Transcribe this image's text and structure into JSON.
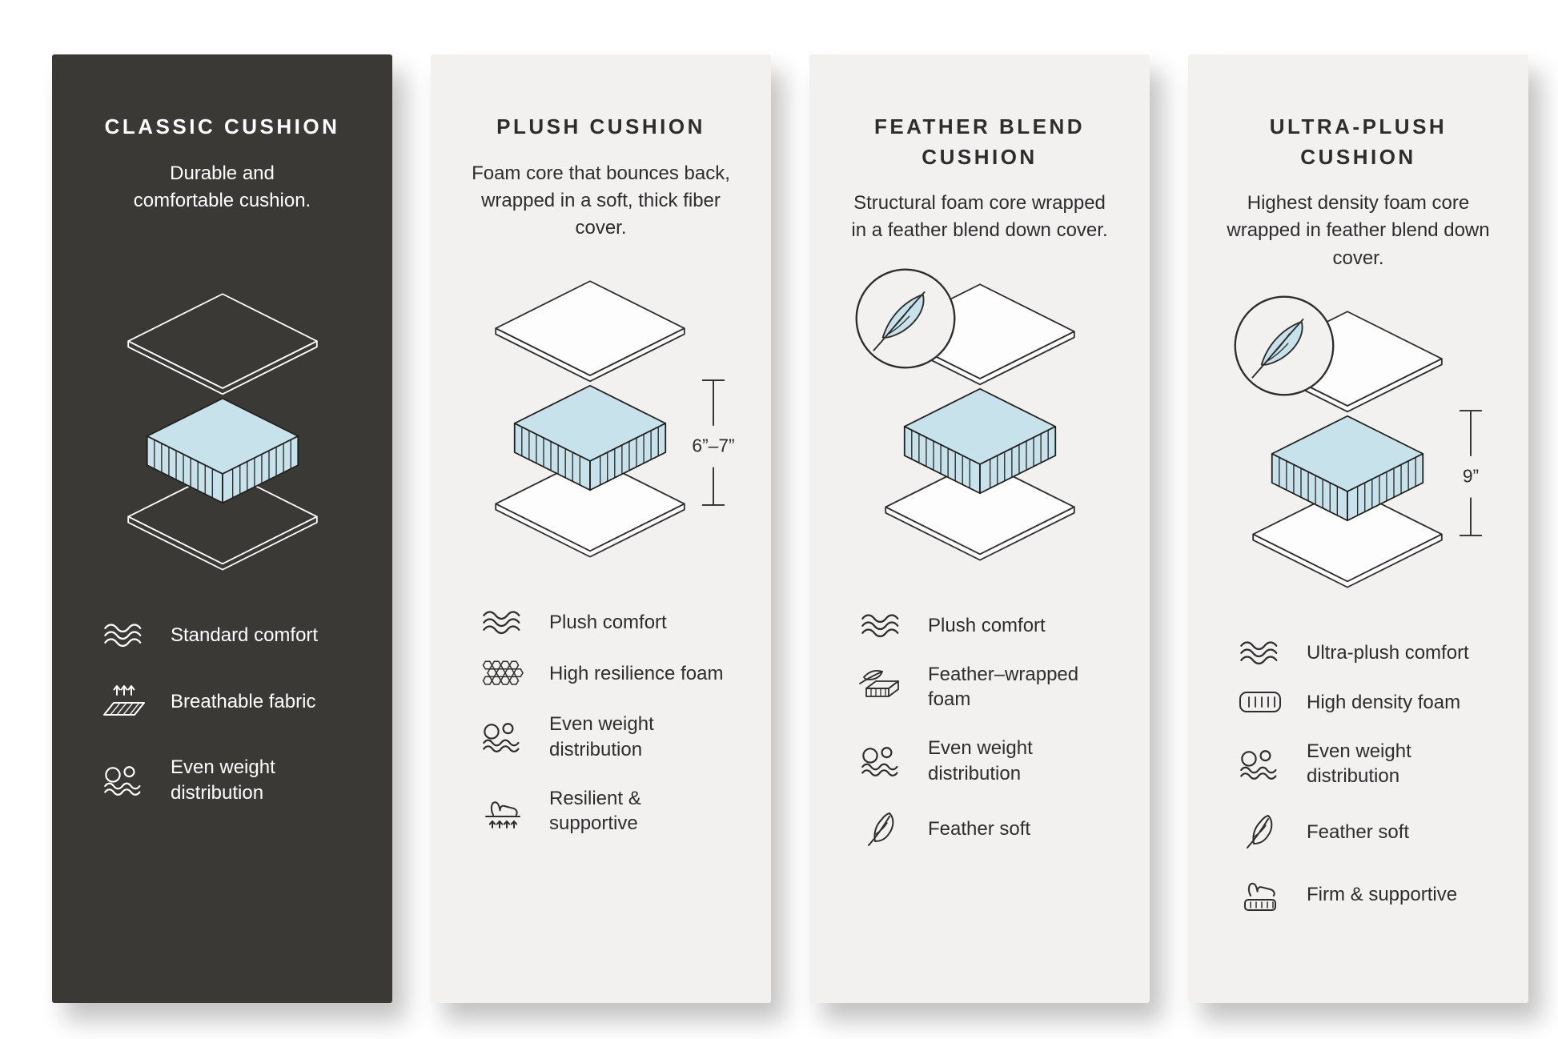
{
  "page": {
    "background": "#FFFFFF"
  },
  "colors": {
    "dark_card_background": "#3B3936",
    "light_card_background": "#F2F1EF",
    "text_dark": "#2D2D2D",
    "text_light": "#FFFFFF",
    "foam_blue": "#C8E2EC",
    "outline_dark": "#20201E"
  },
  "cards": [
    {
      "title": "CLASSIC CUSHION",
      "description": "Durable and comfortable cushion.",
      "features": [
        {
          "icon": "waves-icon",
          "label": "Standard comfort"
        },
        {
          "icon": "breathable-icon",
          "label": "Breathable fabric"
        },
        {
          "icon": "even-weight-icon",
          "label": "Even weight distribution"
        }
      ]
    },
    {
      "title": "PLUSH CUSHION",
      "description": "Foam core that bounces back, wrapped in a soft, thick fiber cover.",
      "height_label": "6”–7”",
      "features": [
        {
          "icon": "waves-icon",
          "label": "Plush comfort"
        },
        {
          "icon": "resilience-foam-icon",
          "label": "High resilience foam"
        },
        {
          "icon": "even-weight-icon",
          "label": "Even weight distribution"
        },
        {
          "icon": "resilient-supportive-icon",
          "label": "Resilient & supportive"
        }
      ]
    },
    {
      "title": "FEATHER BLEND CUSHION",
      "description": "Structural foam core wrapped in a feather blend down cover.",
      "features": [
        {
          "icon": "waves-icon",
          "label": "Plush comfort"
        },
        {
          "icon": "feather-wrapped-foam-icon",
          "label": "Feather–wrapped foam"
        },
        {
          "icon": "even-weight-icon",
          "label": "Even weight distribution"
        },
        {
          "icon": "feather-icon",
          "label": "Feather soft"
        }
      ]
    },
    {
      "title": "ULTRA-PLUSH CUSHION",
      "description": "Highest density foam core wrapped in feather blend down cover.",
      "height_label": "9”",
      "features": [
        {
          "icon": "waves-icon",
          "label": "Ultra-plush comfort"
        },
        {
          "icon": "density-foam-icon",
          "label": "High density foam"
        },
        {
          "icon": "even-weight-icon",
          "label": "Even weight distribution"
        },
        {
          "icon": "feather-icon",
          "label": "Feather soft"
        },
        {
          "icon": "firm-supportive-icon",
          "label": "Firm & supportive"
        }
      ]
    }
  ]
}
